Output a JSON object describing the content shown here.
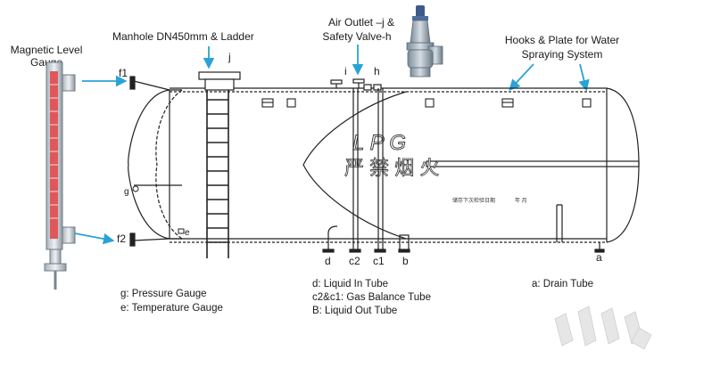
{
  "callouts": {
    "gauge": "Magnetic Level\nGauge",
    "manhole": "Manhole  DN450mm & Ladder",
    "air_outlet": "Air Outlet –j &",
    "safety_valve": "Safety Valve-h",
    "hooks": "Hooks & Plate for Water",
    "spraying": "Spraying System"
  },
  "tank_text": {
    "lpg": "L P G",
    "warning": "严 禁 烟 火",
    "small_note": "储存下次检验日期",
    "year_month": "年    月"
  },
  "markers": {
    "j": "j",
    "i": "i",
    "h": "h",
    "f1": "f1",
    "f2": "f2",
    "g": "g",
    "e": "e",
    "d": "d",
    "c2": "c2",
    "c1": "c1",
    "b": "b",
    "a": "a"
  },
  "legend_left": [
    "g:  Pressure Gauge",
    "e:  Temperature Gauge"
  ],
  "legend_middle": [
    "d: Liquid In Tube",
    "c2&c1: Gas Balance Tube",
    "B: Liquid Out Tube"
  ],
  "legend_right": [
    "a:  Drain Tube"
  ],
  "colors": {
    "arrow": "#29a3d6",
    "line": "#222222",
    "gauge_red": "#e0565a"
  }
}
